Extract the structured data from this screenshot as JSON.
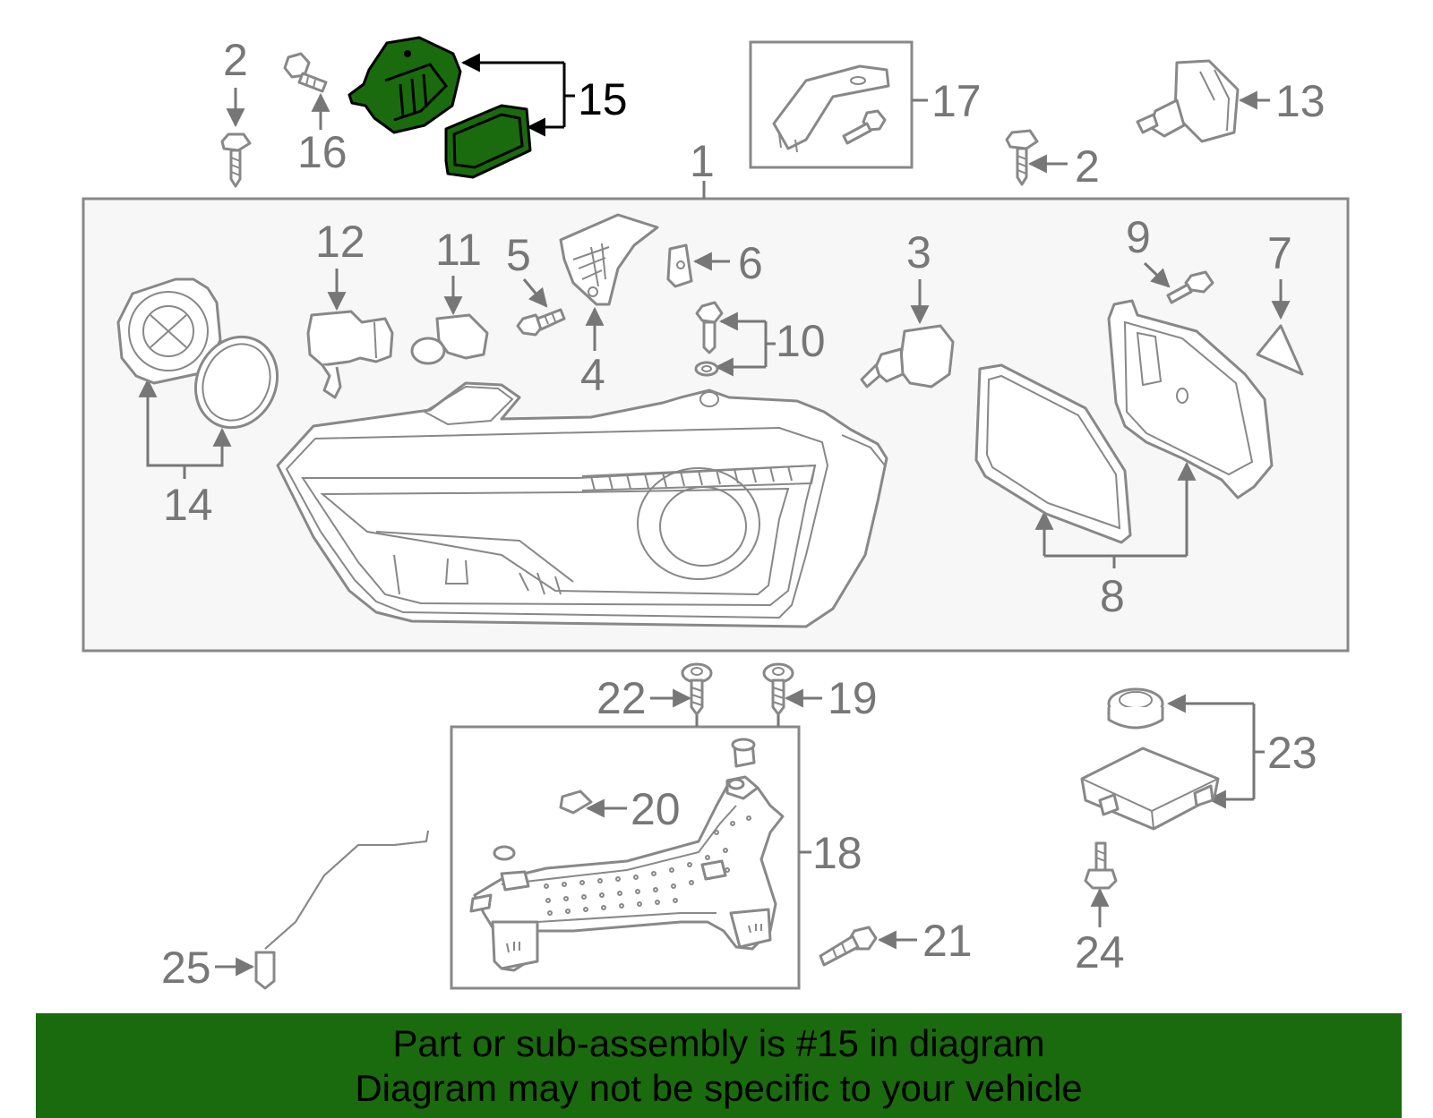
{
  "diagram": {
    "highlight_color": "#1a6b0e",
    "callouts": {
      "c1": "1",
      "c2a": "2",
      "c2b": "2",
      "c3": "3",
      "c4": "4",
      "c5": "5",
      "c6": "6",
      "c7": "7",
      "c8": "8",
      "c9": "9",
      "c10": "10",
      "c11": "11",
      "c12": "12",
      "c13": "13",
      "c14": "14",
      "c15": "15",
      "c16": "16",
      "c17": "17",
      "c18": "18",
      "c19": "19",
      "c20": "20",
      "c21": "21",
      "c22": "22",
      "c23": "23",
      "c24": "24",
      "c25": "25"
    }
  },
  "banner": {
    "line1": "Part or sub-assembly is #15 in diagram",
    "line2": "Diagram may not be specific to your vehicle"
  }
}
